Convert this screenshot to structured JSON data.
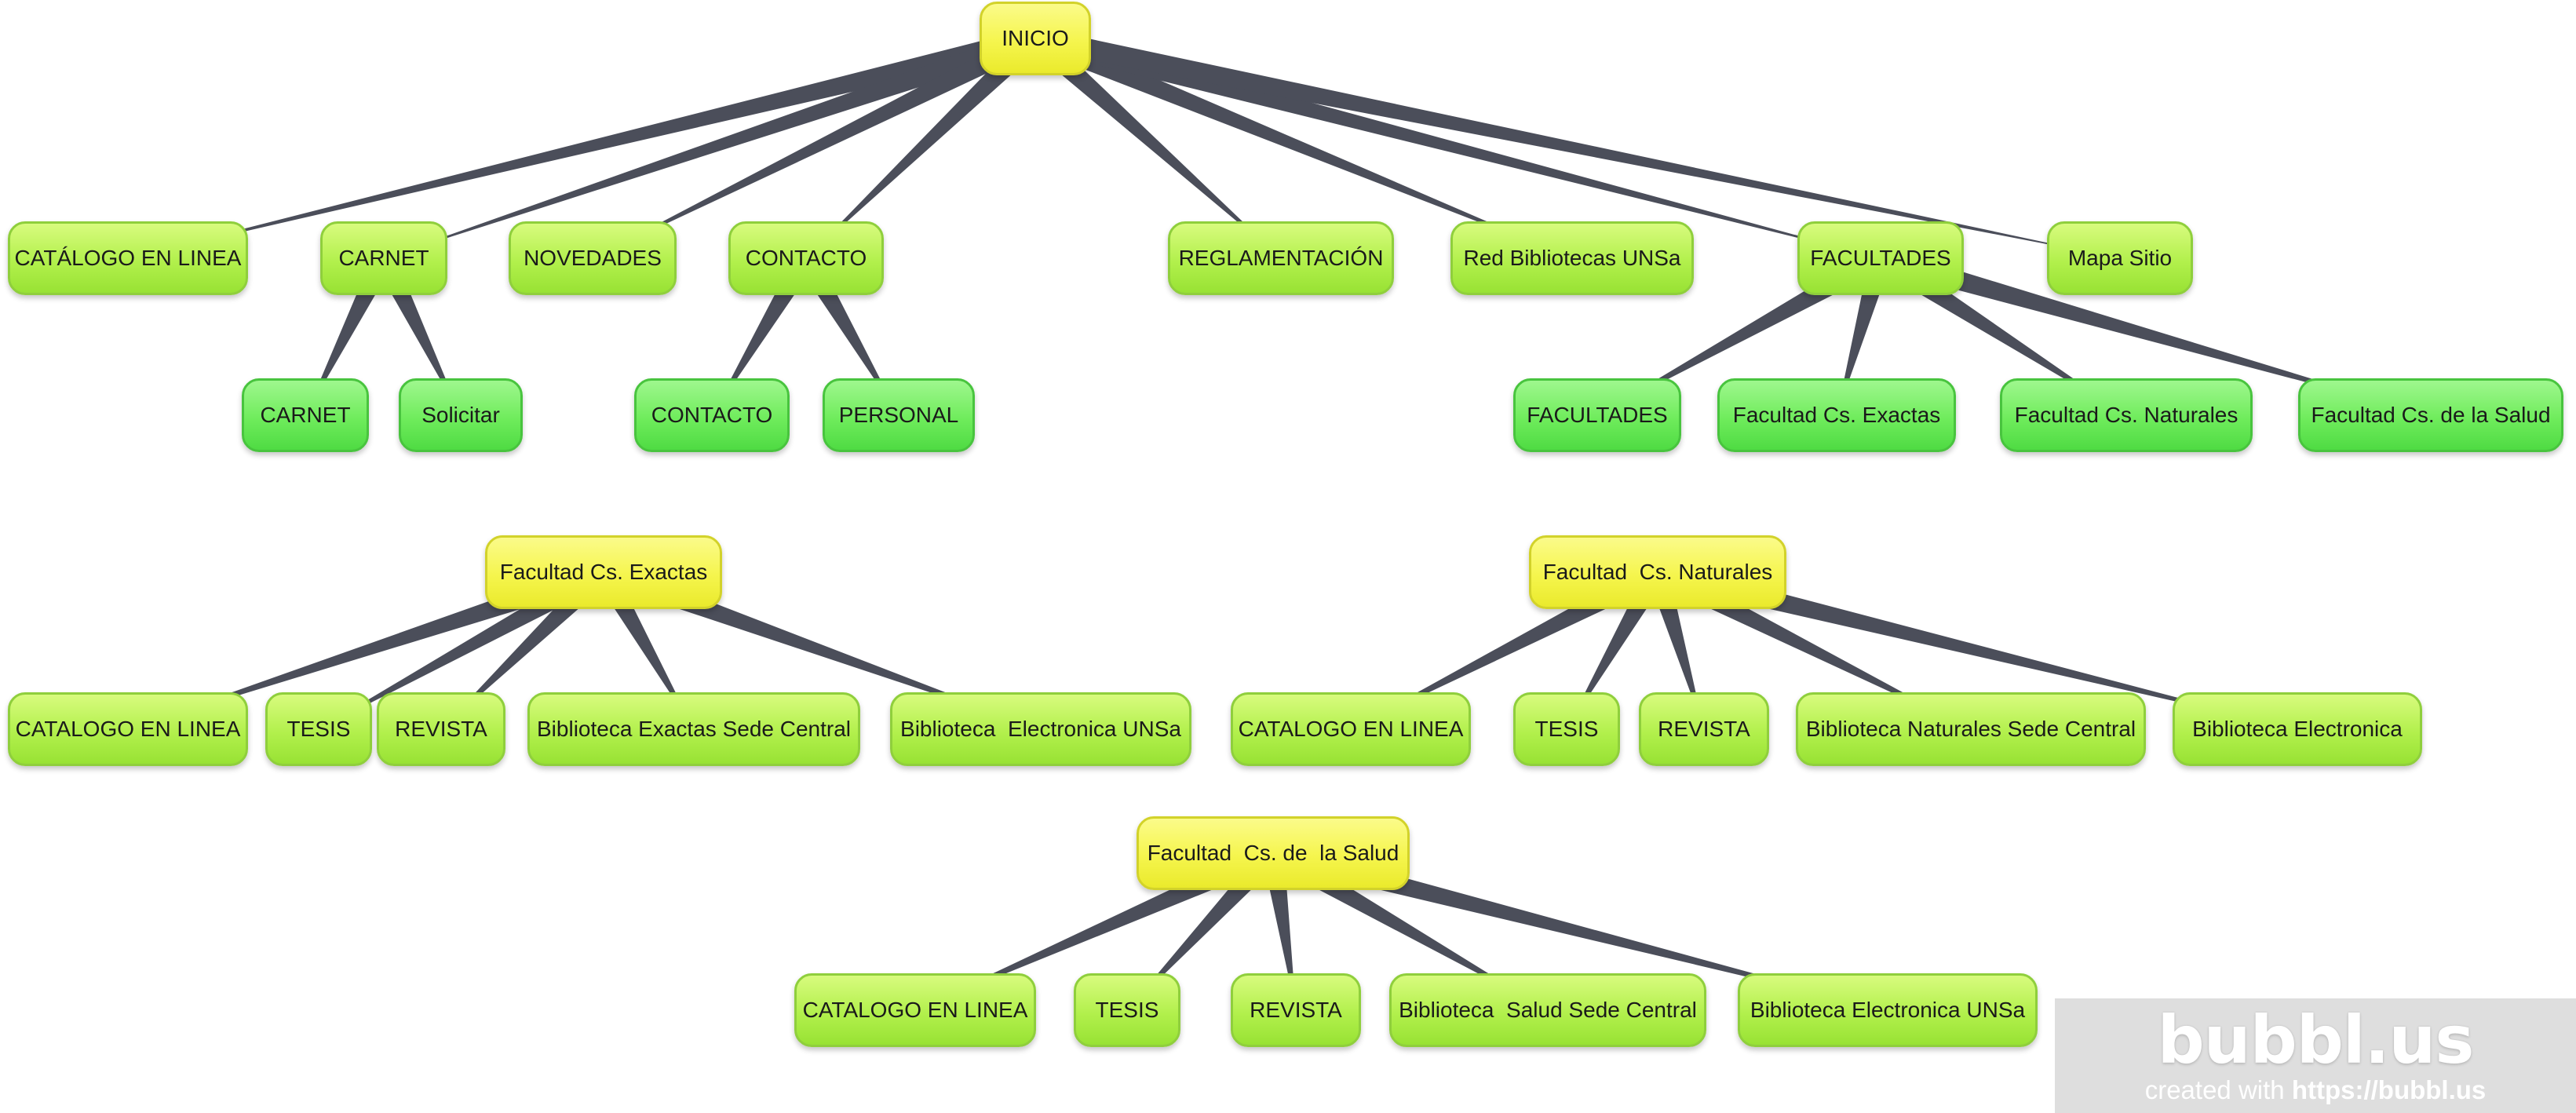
{
  "colors": {
    "edge": "#4b4e5a",
    "root_node": "#f5f54d",
    "branch_node": "#b2f04c",
    "leaf_node": "#6fec5c",
    "background": "#ffffff"
  },
  "nodes": {
    "inicio": "INICIO",
    "catalogo_en_linea": "CATÁLOGO EN LINEA",
    "carnet": "CARNET",
    "novedades": "NOVEDADES",
    "contacto": "CONTACTO",
    "reglamentacion": "REGLAMENTACIÓN",
    "red_bibliotecas": "Red Bibliotecas UNSa",
    "facultades": "FACULTADES",
    "mapa_sitio": "Mapa Sitio",
    "carnet_sub": "CARNET",
    "solicitar": "Solicitar",
    "contacto_sub": "CONTACTO",
    "personal": "PERSONAL",
    "facultades_sub": "FACULTADES",
    "fac_exactas": "Facultad Cs. Exactas",
    "fac_naturales": "Facultad Cs. Naturales",
    "fac_salud": "Facultad Cs. de la Salud",
    "exactas_root": "Facultad Cs. Exactas",
    "exactas_catalogo": "CATALOGO EN LINEA",
    "exactas_tesis": "TESIS",
    "exactas_revista": "REVISTA",
    "exactas_biblioteca": "Biblioteca Exactas Sede Central",
    "exactas_electronica": "Biblioteca  Electronica UNSa",
    "naturales_root": "Facultad  Cs. Naturales",
    "naturales_catalogo": "CATALOGO EN LINEA",
    "naturales_tesis": "TESIS",
    "naturales_revista": "REVISTA",
    "naturales_biblioteca": "Biblioteca Naturales Sede Central",
    "naturales_electronica": "Biblioteca Electronica",
    "salud_root": "Facultad  Cs. de  la Salud",
    "salud_catalogo": "CATALOGO EN LINEA",
    "salud_tesis": "TESIS",
    "salud_revista": "REVISTA",
    "salud_biblioteca": "Biblioteca  Salud Sede Central",
    "salud_electronica": "Biblioteca Electronica UNSa"
  },
  "edges": [
    [
      "inicio",
      "catalogo_en_linea"
    ],
    [
      "inicio",
      "carnet"
    ],
    [
      "inicio",
      "novedades"
    ],
    [
      "inicio",
      "contacto"
    ],
    [
      "inicio",
      "reglamentacion"
    ],
    [
      "inicio",
      "red_bibliotecas"
    ],
    [
      "inicio",
      "facultades"
    ],
    [
      "inicio",
      "mapa_sitio"
    ],
    [
      "carnet",
      "carnet_sub"
    ],
    [
      "carnet",
      "solicitar"
    ],
    [
      "contacto",
      "contacto_sub"
    ],
    [
      "contacto",
      "personal"
    ],
    [
      "facultades",
      "facultades_sub"
    ],
    [
      "facultades",
      "fac_exactas"
    ],
    [
      "facultades",
      "fac_naturales"
    ],
    [
      "facultades",
      "fac_salud"
    ],
    [
      "exactas_root",
      "exactas_catalogo"
    ],
    [
      "exactas_root",
      "exactas_tesis"
    ],
    [
      "exactas_root",
      "exactas_revista"
    ],
    [
      "exactas_root",
      "exactas_biblioteca"
    ],
    [
      "exactas_root",
      "exactas_electronica"
    ],
    [
      "naturales_root",
      "naturales_catalogo"
    ],
    [
      "naturales_root",
      "naturales_tesis"
    ],
    [
      "naturales_root",
      "naturales_revista"
    ],
    [
      "naturales_root",
      "naturales_biblioteca"
    ],
    [
      "naturales_root",
      "naturales_electronica"
    ],
    [
      "salud_root",
      "salud_catalogo"
    ],
    [
      "salud_root",
      "salud_tesis"
    ],
    [
      "salud_root",
      "salud_revista"
    ],
    [
      "salud_root",
      "salud_biblioteca"
    ],
    [
      "salud_root",
      "salud_electronica"
    ]
  ],
  "watermark": {
    "logo": "bubbl.us",
    "credit_prefix": "created with ",
    "credit_url": "https://bubbl.us"
  }
}
